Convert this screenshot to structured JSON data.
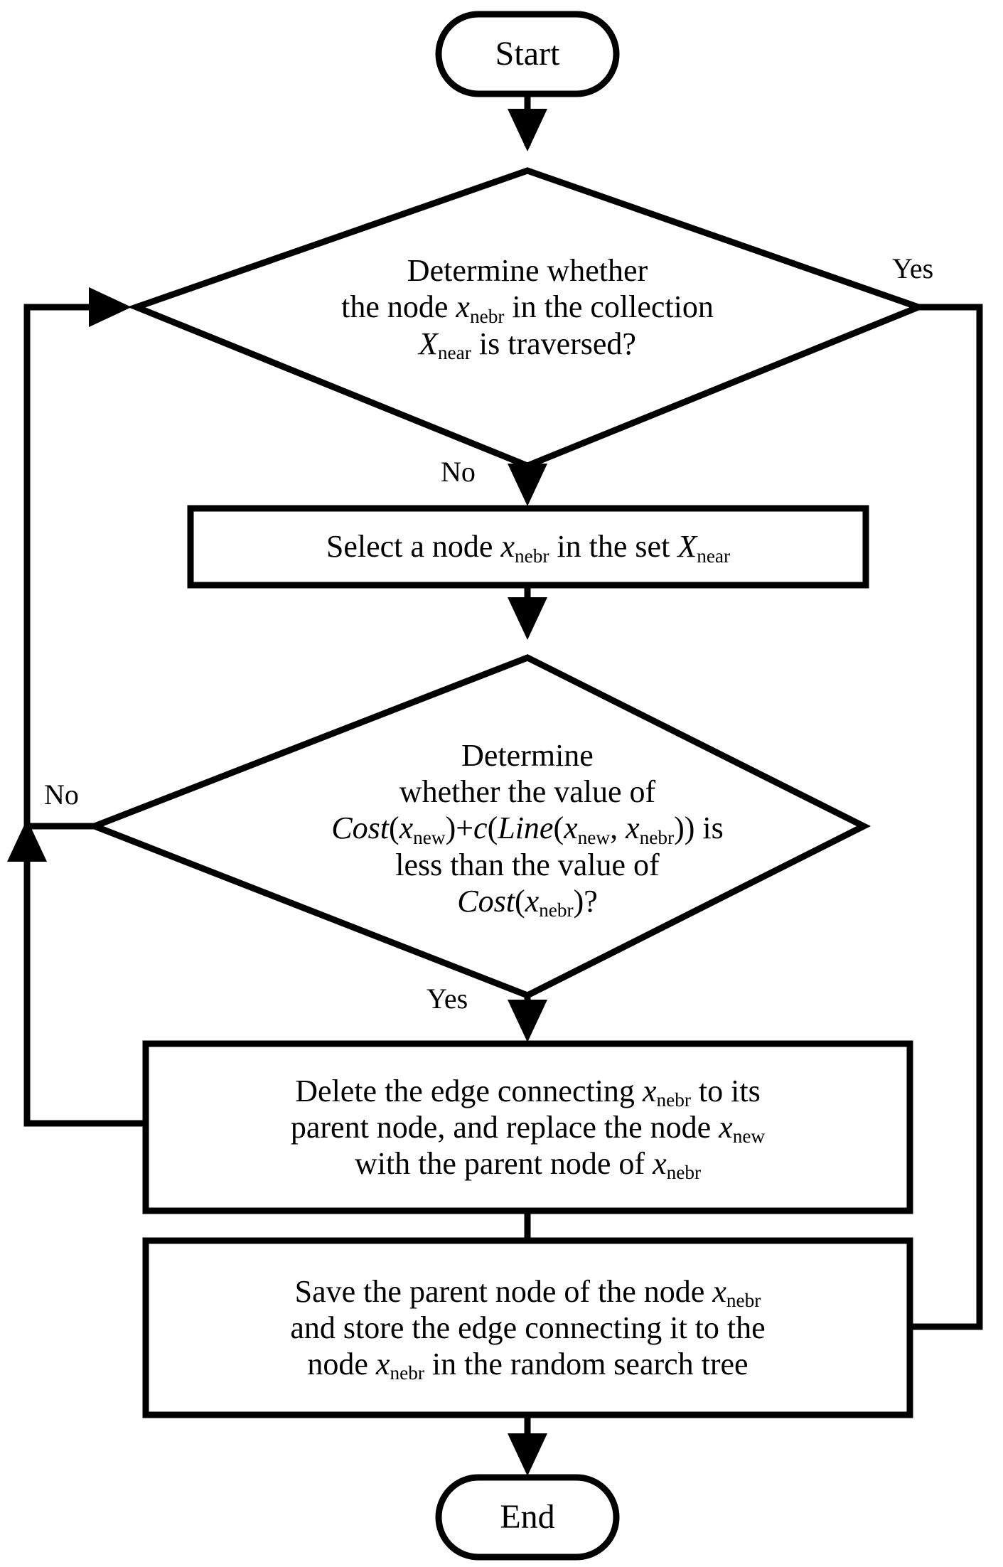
{
  "diagram": {
    "title": "RRT* rewiring flowchart",
    "type": "flowchart",
    "background_color": "#ffffff",
    "line_color": "#000000",
    "text_color": "#000000"
  },
  "nodes": {
    "start": {
      "shape": "terminator",
      "label": "Start"
    },
    "decision_traversed": {
      "shape": "decision",
      "line1": "Determine whether",
      "line2_prefix": "the node ",
      "line2_var": "x",
      "line2_sub": "nebr",
      "line2_suffix": " in the collection",
      "line3_var": "X",
      "line3_sub": "near",
      "line3_suffix": " is traversed?",
      "plain_text": "Determine whether the node x_nebr in the collection X_near is traversed?"
    },
    "process_select": {
      "shape": "process",
      "prefix": "Select a node ",
      "var1": "x",
      "sub1": "nebr",
      "middle": " in the set ",
      "var2": "X",
      "sub2": "near",
      "plain_text": "Select a node x_nebr in the set X_near"
    },
    "decision_cost": {
      "shape": "decision",
      "line1": "Determine",
      "line2": "whether the value of",
      "line3_f1": "Cost",
      "line3_a": "(",
      "line3_v1": "x",
      "line3_s1": "new",
      "line3_b": ")+",
      "line3_f2": "c",
      "line3_c": "(",
      "line3_f3": "Line",
      "line3_d": "(",
      "line3_v2": "x",
      "line3_s2": "new",
      "line3_e": ",  ",
      "line3_v3": "x",
      "line3_s3": "nebr",
      "line3_f": ")) is",
      "line4": "less than the value of",
      "line5_f1": "Cost",
      "line5_a": "(",
      "line5_v1": "x",
      "line5_s1": "nebr",
      "line5_b": ")?",
      "plain_text": "Determine whether the value of Cost(x_new)+c(Line(x_new, x_nebr)) is less than the value of Cost(x_nebr)?"
    },
    "process_delete": {
      "shape": "process",
      "l1_a": "Delete the edge connecting ",
      "l1_v": "x",
      "l1_s": "nebr",
      "l1_b": " to its",
      "l2_a": "parent node, and replace the node ",
      "l2_v": "x",
      "l2_s": "new",
      "l3_a": "with the parent node of ",
      "l3_v": "x",
      "l3_s": "nebr",
      "plain_text": "Delete the edge connecting x_nebr to its parent node, and replace the node x_new with the parent node of x_nebr"
    },
    "process_save": {
      "shape": "process",
      "l1_a": "Save the parent node of the node ",
      "l1_v": "x",
      "l1_s": "nebr",
      "l2": "and store the edge connecting it to the",
      "l3_a": "node ",
      "l3_v": "x",
      "l3_s": "nebr",
      "l3_b": " in the random search tree",
      "plain_text": "Save the parent node of the node x_nebr and store the edge connecting it to the node x_nebr in the random search tree"
    },
    "end": {
      "shape": "terminator",
      "label": "End"
    }
  },
  "edge_labels": {
    "traversed_yes": "Yes",
    "traversed_no": "No",
    "cost_no": "No",
    "cost_yes": "Yes"
  }
}
